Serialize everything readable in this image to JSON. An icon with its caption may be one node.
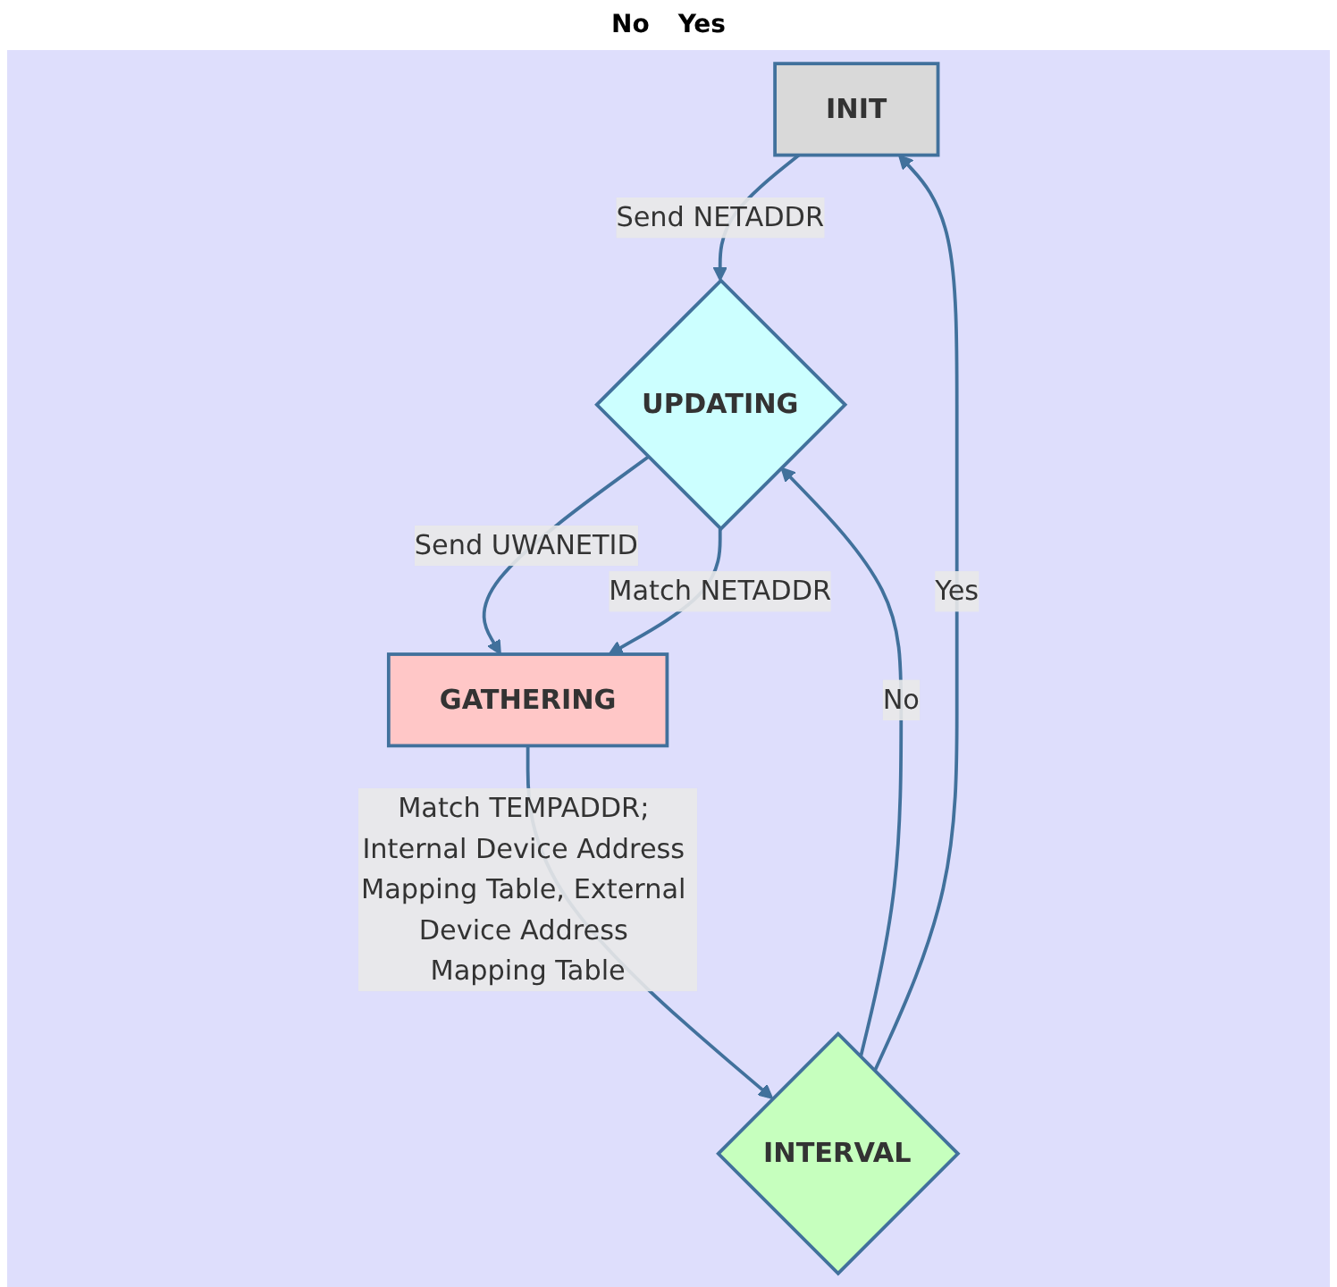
{
  "diagram": {
    "nodes": [
      {
        "text": [
          "INIT"
        ]
      },
      {
        "text": [
          "UPDATING"
        ]
      },
      {
        "text": [
          "GATHERING"
        ]
      },
      {
        "text": [
          "INTERVAL"
        ]
      }
    ],
    "edges": [
      {
        "from": 0,
        "to": 1,
        "arrow": "to",
        "label": "Send NETADDR"
      },
      {
        "from": 1,
        "to": 2,
        "arrow": "to",
        "label": "Send UWANETID"
      },
      {
        "from": 1,
        "to": 2,
        "arrow": "to",
        "label": "Match NETADDR"
      },
      {
        "from": 2,
        "to": 3,
        "arrow": "to",
        "label": "Match TEMPADDR; Internal Device Address Mapping Table, External Device Address Mapping Table"
      },
      {
        "from": 3,
        "to": 1,
        "arrow": "to",
        "label": "No"
      },
      {
        "from": 3,
        "to": 0,
        "arrow": "to",
        "label": "Yes"
      }
    ],
    "labels": [
      "No",
      "Yes"
    ]
  }
}
